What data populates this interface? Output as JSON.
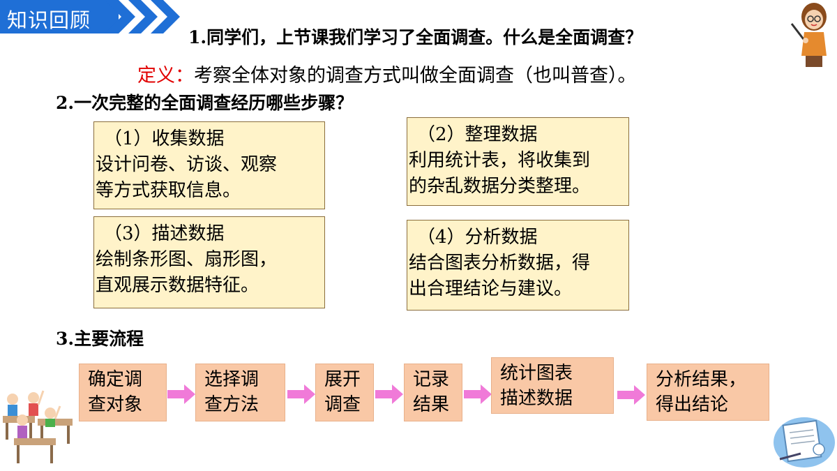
{
  "header": {
    "title": "知识回顾",
    "color": "#1f6fd6"
  },
  "q1": "1.同学们，上节课我们学习了全面调查。什么是全面调查？",
  "definition": {
    "label": "定义：",
    "text": "考察全体对象的调查方式叫做全面调查（也叫普查）。",
    "label_color": "#e10000"
  },
  "q2": "2.一次完整的全面调查经历哪些步骤？",
  "steps": [
    {
      "title": "（1）收集数据",
      "lines": [
        "设计问卷、访谈、观察",
        "等方式获取信息。"
      ]
    },
    {
      "title": "（2）整理数据",
      "lines": [
        "利用统计表，将收集到",
        "的杂乱数据分类整理。"
      ]
    },
    {
      "title": "（3）描述数据",
      "lines": [
        "绘制条形图、扇形图，",
        "直观展示数据特征。"
      ]
    },
    {
      "title": "（4）分析数据",
      "lines": [
        "结合图表分析数据，得",
        "出合理结论与建议。"
      ]
    }
  ],
  "q3": "3.主要流程",
  "flow": [
    [
      "确定调",
      "查对象"
    ],
    [
      "选择调",
      "查方法"
    ],
    [
      "展开",
      "调查"
    ],
    [
      "记录",
      "结果"
    ],
    [
      "统计图表",
      "描述数据"
    ],
    [
      "分析结果，",
      "得出结论"
    ]
  ],
  "colors": {
    "box_fill": "#fff3c9",
    "flow_fill": "#f9c8a6",
    "arrow": "#f07ad8"
  }
}
